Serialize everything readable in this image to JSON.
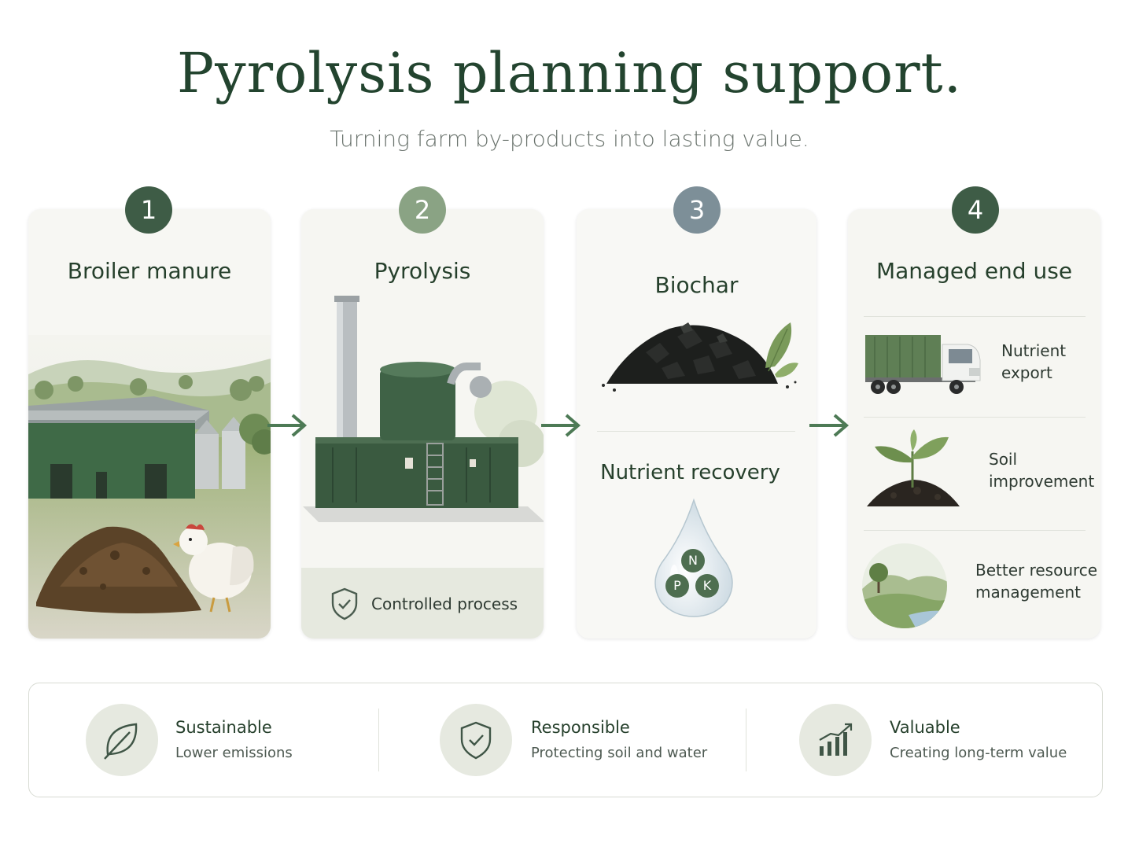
{
  "title": "Pyrolysis planning support.",
  "subtitle": "Turning farm by-products into lasting value.",
  "steps": [
    {
      "number": "1",
      "title": "Broiler manure",
      "badge_color": "#3e5c46"
    },
    {
      "number": "2",
      "title": "Pyrolysis",
      "badge_color": "#8aa384",
      "note": "Controlled process"
    },
    {
      "number": "3",
      "title": "Biochar",
      "subtitle": "Nutrient recovery",
      "badge_color": "#7d8f98",
      "nutrients": [
        "N",
        "P",
        "K"
      ]
    },
    {
      "number": "4",
      "title": "Managed end use",
      "badge_color": "#3e5c46",
      "items": [
        {
          "line1": "Nutrient",
          "line2": "export"
        },
        {
          "line1": "Soil",
          "line2": "improvement"
        },
        {
          "line1": "Better resource",
          "line2": "management"
        }
      ]
    }
  ],
  "benefits": [
    {
      "title": "Sustainable",
      "subtitle": "Lower emissions",
      "icon": "leaf-icon"
    },
    {
      "title": "Responsible",
      "subtitle": "Protecting soil and water",
      "icon": "shield-check-icon"
    },
    {
      "title": "Valuable",
      "subtitle": "Creating long-term value",
      "icon": "bar-chart-icon"
    }
  ],
  "colors": {
    "accent": "#3e5c46",
    "arrow": "#4d7a55",
    "title": "#23442f"
  }
}
